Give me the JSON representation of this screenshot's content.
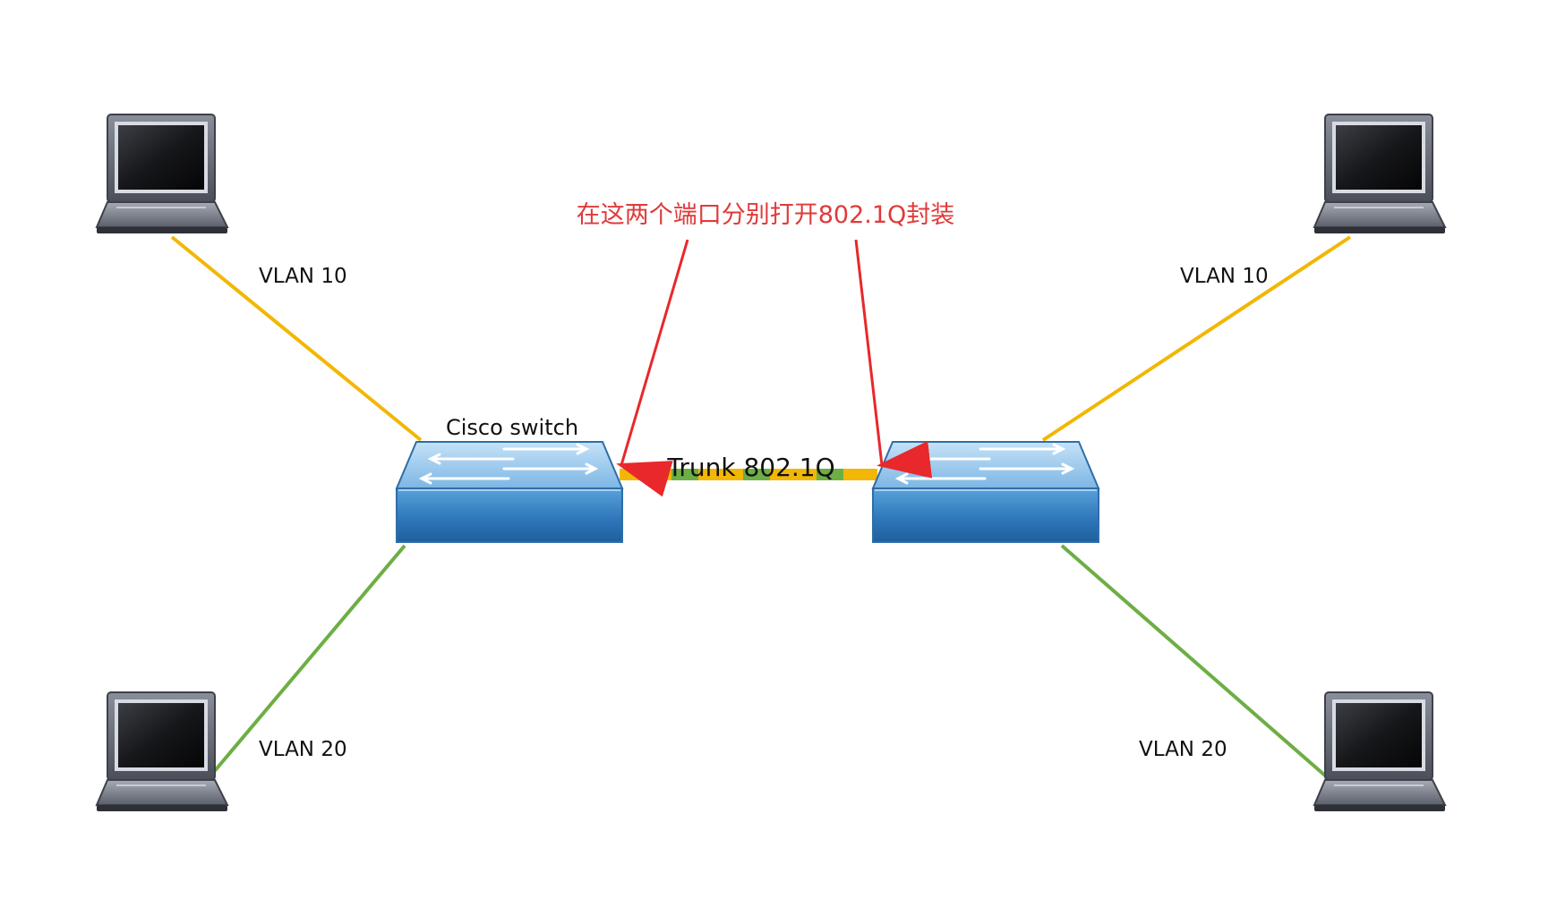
{
  "labels": {
    "annotation": "在这两个端口分别打开802.1Q封装",
    "trunk": "Trunk 802.1Q",
    "switch_left": "Cisco switch",
    "vlan_top_left": "VLAN 10",
    "vlan_top_right": "VLAN 10",
    "vlan_bottom_left": "VLAN 20",
    "vlan_bottom_right": "VLAN 20"
  },
  "colors": {
    "vlan10": "#F2B705",
    "vlan20": "#6DAE45",
    "arrow": "#E8282B",
    "annotation": "#E03A3A",
    "switch_top": "#9DC9EE",
    "switch_front": "#3A86C8"
  },
  "icons": {
    "laptop": "laptop-icon",
    "switch": "network-switch-icon"
  }
}
